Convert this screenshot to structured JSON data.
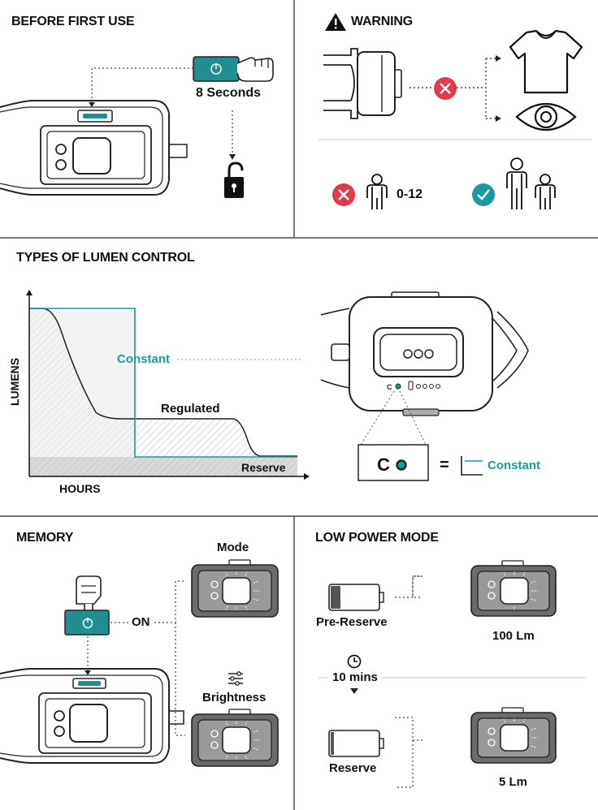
{
  "sections": {
    "before_first_use": {
      "title": "BEFORE FIRST USE",
      "duration": "8 Seconds"
    },
    "warning": {
      "title": "WARNING",
      "age_range": "0-12"
    },
    "lumen_control": {
      "title": "TYPES OF LUMEN CONTROL",
      "ylabel": "LUMENS",
      "xlabel": "HOURS",
      "series_constant": "Constant",
      "series_regulated": "Regulated",
      "series_reserve": "Reserve",
      "mode_letter": "C",
      "equals": "=",
      "legend_constant": "Constant"
    },
    "memory": {
      "title": "MEMORY",
      "mode_label": "Mode",
      "brightness_label": "Brightness",
      "on_label": "ON"
    },
    "low_power": {
      "title": "LOW POWER MODE",
      "pre_reserve_label": "Pre-Reserve",
      "pre_reserve_output": "100 Lm",
      "interval": "10 mins",
      "reserve_label": "Reserve",
      "reserve_output": "5 Lm"
    }
  },
  "colors": {
    "teal": "#1a9aa0",
    "warning_red": "#e23a4a",
    "ok_teal": "#1a9aa0",
    "reserve_gray": "#d9d9d9",
    "dark_button": "#1f8f92"
  }
}
